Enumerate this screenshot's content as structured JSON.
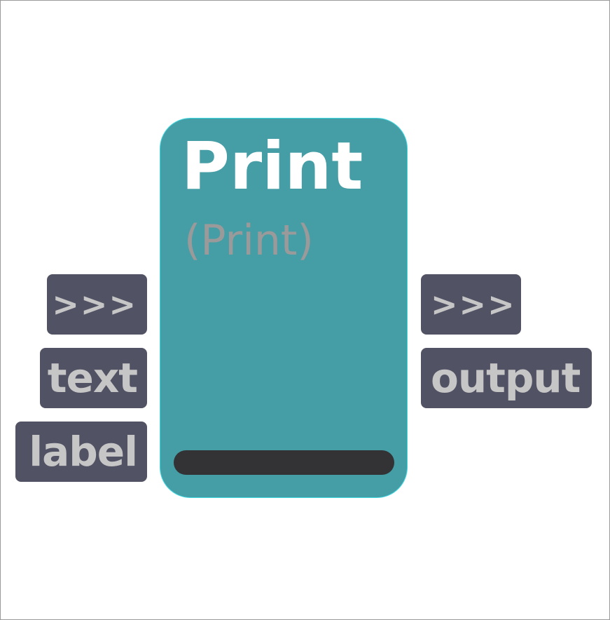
{
  "node": {
    "title": "Print",
    "subtitle": "(Print)"
  },
  "inputs": [
    {
      "label": ">>>"
    },
    {
      "label": "text"
    },
    {
      "label": "label"
    }
  ],
  "outputs": [
    {
      "label": ">>>"
    },
    {
      "label": "output"
    }
  ],
  "colors": {
    "node_fill": "#459da6",
    "node_border": "#3ed8e0",
    "port_fill": "#525265",
    "port_text": "#c6c6c6",
    "title_text": "#ffffff",
    "subtitle_text": "#9a9a9a",
    "bar": "#333234"
  }
}
